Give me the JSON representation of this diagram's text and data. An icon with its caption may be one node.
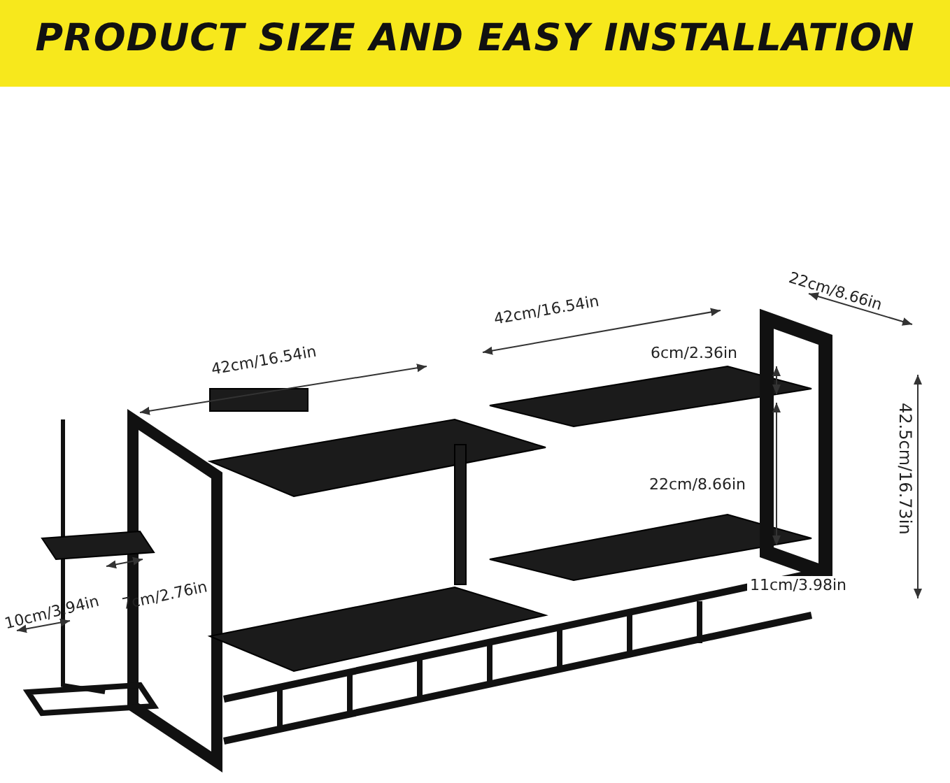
{
  "diagram": {
    "title": "PRODUCT SIZE AND EASY INSTALLATION",
    "labels": [
      "42cm/16.54in",
      "22cm/8.66in",
      "42cm/16.54in",
      "6cm/2.36in",
      "22cm/8.66in",
      "42.5cm/16.73in",
      "7cm/2.76in",
      "10cm/3.94in",
      "11cm/3.98in"
    ]
  }
}
